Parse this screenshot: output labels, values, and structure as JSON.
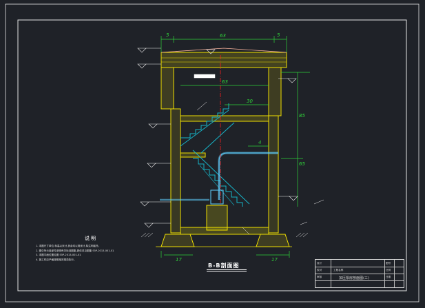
{
  "drawing": {
    "section_title": "B-B剖面图",
    "dimensions": {
      "top_left_offset": "5",
      "top_width": "63",
      "top_right_offset": "5",
      "inner_width": "63",
      "stair_width": "30",
      "beam_height": "4",
      "right_height_1": "65",
      "right_height_2": "85",
      "bottom_left": "17",
      "bottom_right": "17"
    }
  },
  "notes": {
    "title": "说明",
    "lines": [
      "1. 本图尺寸单位:标高以米计,其余均以毫米计,除注明者外。",
      "2. 图中所示各部件参照有关标准图集,具体详见图集 S5P-2013-001-01",
      "3. 本图平面位置见图 S5P-2013-001-01",
      "4. 施工时应严格按照相关规范执行。"
    ]
  },
  "title_block": {
    "project_label": "工程名称",
    "drawing_name": "加压泵房剖面图(三)",
    "drawing_number": "",
    "row_labels": [
      "设计",
      "校对",
      "审核"
    ],
    "right_labels": [
      "图号",
      "比例",
      "日期"
    ]
  },
  "colors": {
    "background": "#1f2228",
    "frame": "#e6e6e6",
    "wall": "#f0e000",
    "stair": "#16b5c9",
    "dimension": "#2fd33a",
    "center_line": "#ff2020",
    "pipe": "#5fd0ff"
  }
}
